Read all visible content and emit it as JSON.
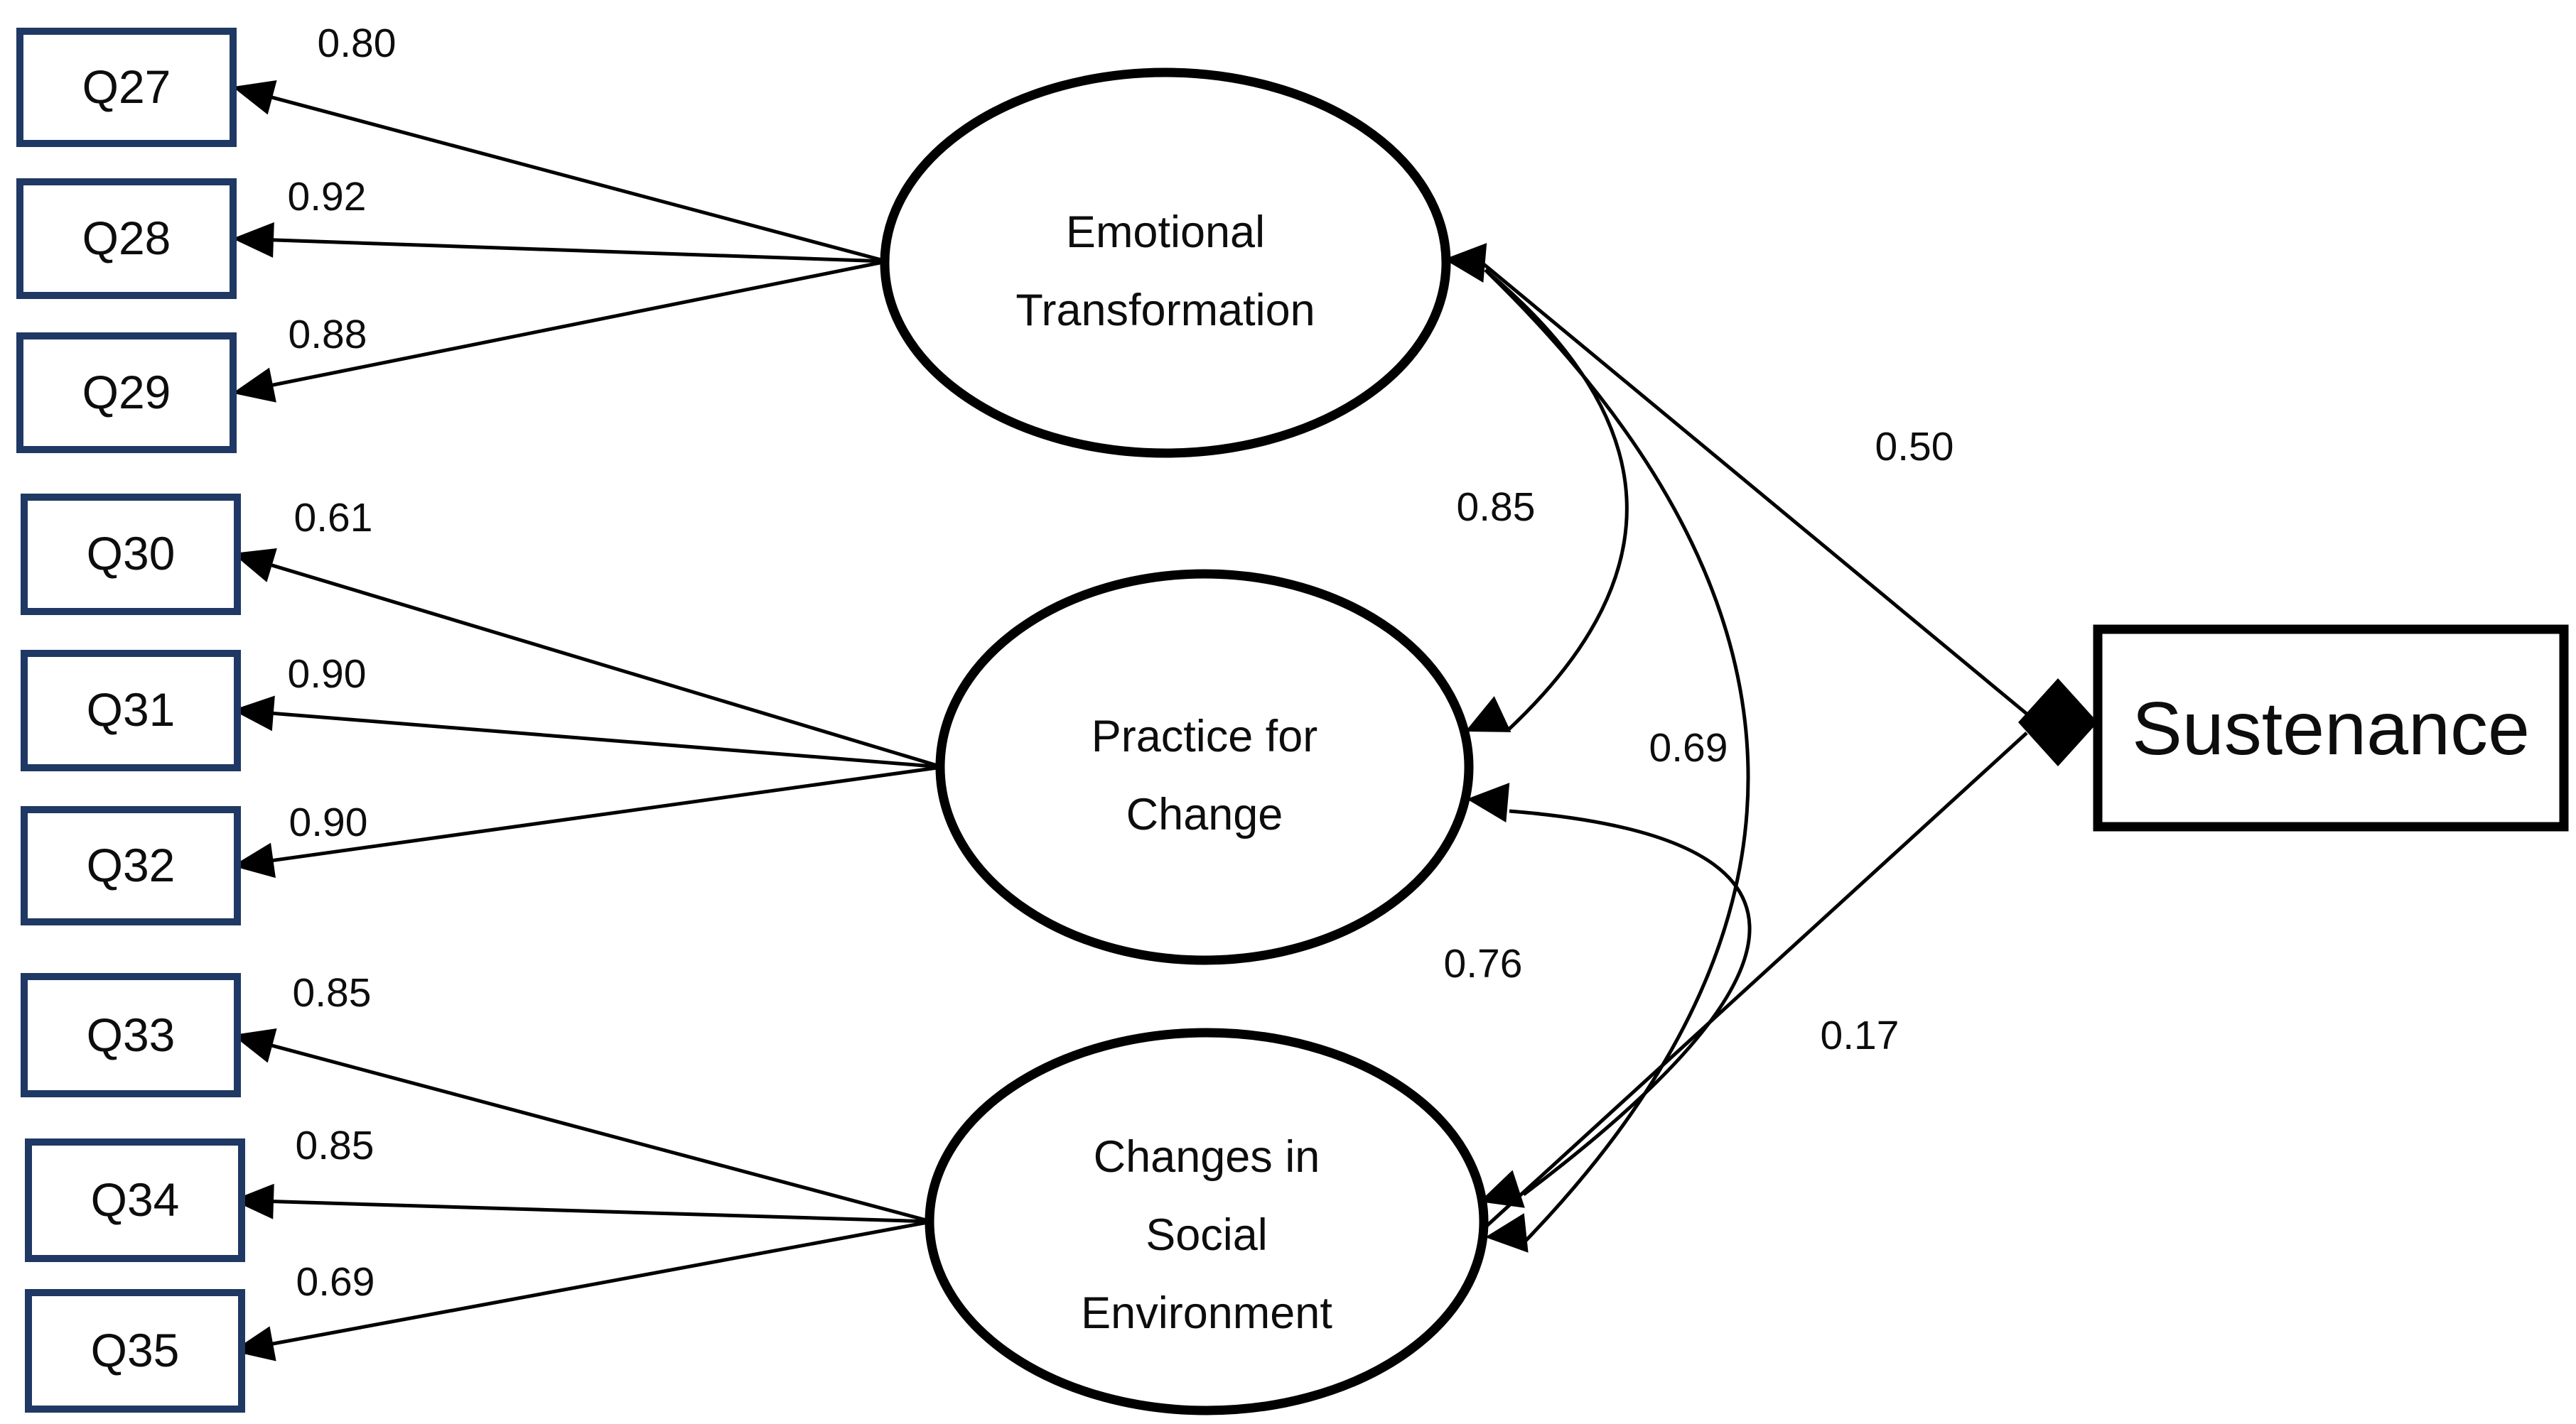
{
  "figure": {
    "type": "structural-equation-model",
    "indicators": [
      {
        "label": "Q27",
        "loading": "0.80",
        "factor": "Emotional Transformation"
      },
      {
        "label": "Q28",
        "loading": "0.92",
        "factor": "Emotional Transformation"
      },
      {
        "label": "Q29",
        "loading": "0.88",
        "factor": "Emotional Transformation"
      },
      {
        "label": "Q30",
        "loading": "0.61",
        "factor": "Practice for Change"
      },
      {
        "label": "Q31",
        "loading": "0.90",
        "factor": "Practice for Change"
      },
      {
        "label": "Q32",
        "loading": "0.90",
        "factor": "Practice for Change"
      },
      {
        "label": "Q33",
        "loading": "0.85",
        "factor": "Changes in Social Environment"
      },
      {
        "label": "Q34",
        "loading": "0.85",
        "factor": "Changes in Social Environment"
      },
      {
        "label": "Q35",
        "loading": "0.69",
        "factor": "Changes in Social Environment"
      }
    ],
    "latents": [
      {
        "name": "Emotional Transformation",
        "lines": [
          "Emotional",
          "Transformation"
        ]
      },
      {
        "name": "Practice for Change",
        "lines": [
          "Practice for",
          "Change"
        ]
      },
      {
        "name": "Changes in Social Environment",
        "lines": [
          "Changes in",
          "Social",
          "Environment"
        ]
      }
    ],
    "outcome": {
      "label": "Sustenance"
    },
    "correlations": [
      {
        "between": "Emotional Transformation - Practice for Change",
        "value": "0.85"
      },
      {
        "between": "Emotional Transformation - Changes in Social Environment",
        "value": "0.69"
      },
      {
        "between": "Practice for Change - Changes in Social Environment",
        "value": "0.76"
      }
    ],
    "paths": [
      {
        "from": "Emotional Transformation",
        "to": "Sustenance",
        "value": "0.50"
      },
      {
        "from": "Changes in Social Environment",
        "to": "Sustenance",
        "value": "0.17"
      }
    ],
    "colors": {
      "indicator_border": "#1f3864",
      "outline": "#000000",
      "text": "#0d0d0d",
      "background": "#ffffff"
    }
  }
}
